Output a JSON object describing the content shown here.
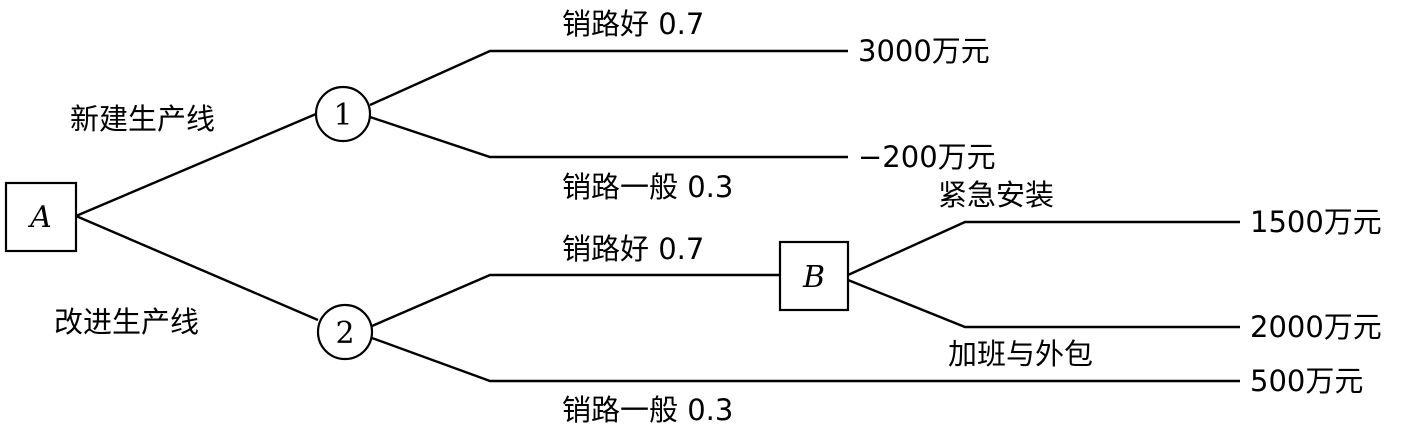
{
  "nodes": {
    "a": "A",
    "c1": "1",
    "c2": "2",
    "b": "B"
  },
  "branches": {
    "new_line": "新建生产线",
    "improve_line": "改进生产线",
    "n1_good": "销路好 0.7",
    "n1_avg": "销路一般 0.3",
    "n2_good": "销路好 0.7",
    "n2_avg": "销路一般 0.3",
    "b_urgent": "紧急安装",
    "b_overtime": "加班与外包"
  },
  "outcomes": {
    "n1_good": "3000万元",
    "n1_avg": "−200万元",
    "b_urgent": "1500万元",
    "b_overtime": "2000万元",
    "n2_avg": "500万元"
  }
}
